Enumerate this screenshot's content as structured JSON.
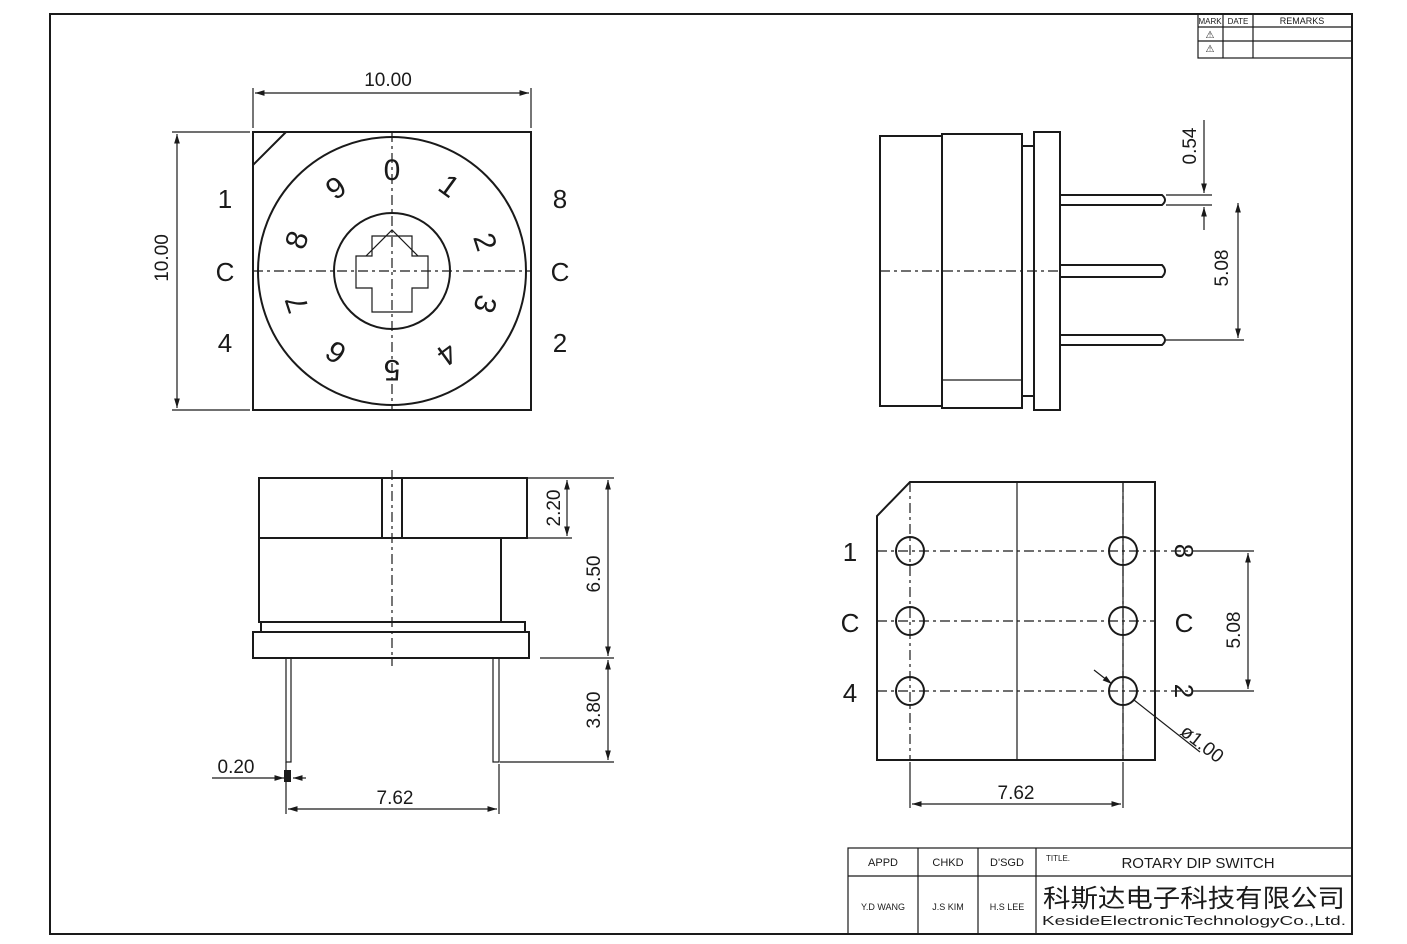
{
  "revision_table": {
    "headers": [
      "MARK",
      "DATE",
      "REMARKS"
    ],
    "rows": [
      [
        "⚠",
        "",
        ""
      ],
      [
        "⚠",
        "",
        ""
      ]
    ]
  },
  "top_view": {
    "width_dim": "10.00",
    "height_dim": "10.00",
    "left_labels": [
      "1",
      "C",
      "4"
    ],
    "right_labels": [
      "8",
      "C",
      "2"
    ],
    "dial_numbers": [
      "0",
      "1",
      "2",
      "3",
      "4",
      "5",
      "6",
      "7",
      "8",
      "9"
    ]
  },
  "side_view_right": {
    "pin_width_dim": "0.54",
    "pin_pitch_dim": "5.08"
  },
  "front_view": {
    "cap_height_dim": "2.20",
    "body_height_dim": "6.50",
    "pin_length_dim": "3.80",
    "pin_thickness_dim": "0.20",
    "pin_spacing_dim": "7.62"
  },
  "bottom_view": {
    "left_labels": [
      "1",
      "C",
      "4"
    ],
    "right_labels": [
      "8",
      "C",
      "2"
    ],
    "pitch_dim": "5.08",
    "spacing_dim": "7.62",
    "hole_dim": "ø1.00"
  },
  "title_block": {
    "headers": [
      "APPD",
      "CHKD",
      "D'SGD"
    ],
    "names": [
      "Y.D WANG",
      "J.S KIM",
      "H.S LEE"
    ],
    "title_label": "TITLE.",
    "title": "ROTARY DIP SWITCH",
    "company_cn": "科斯达电子科技有限公司",
    "company_en": "KesideElectronicTechnologyCo.,Ltd."
  }
}
